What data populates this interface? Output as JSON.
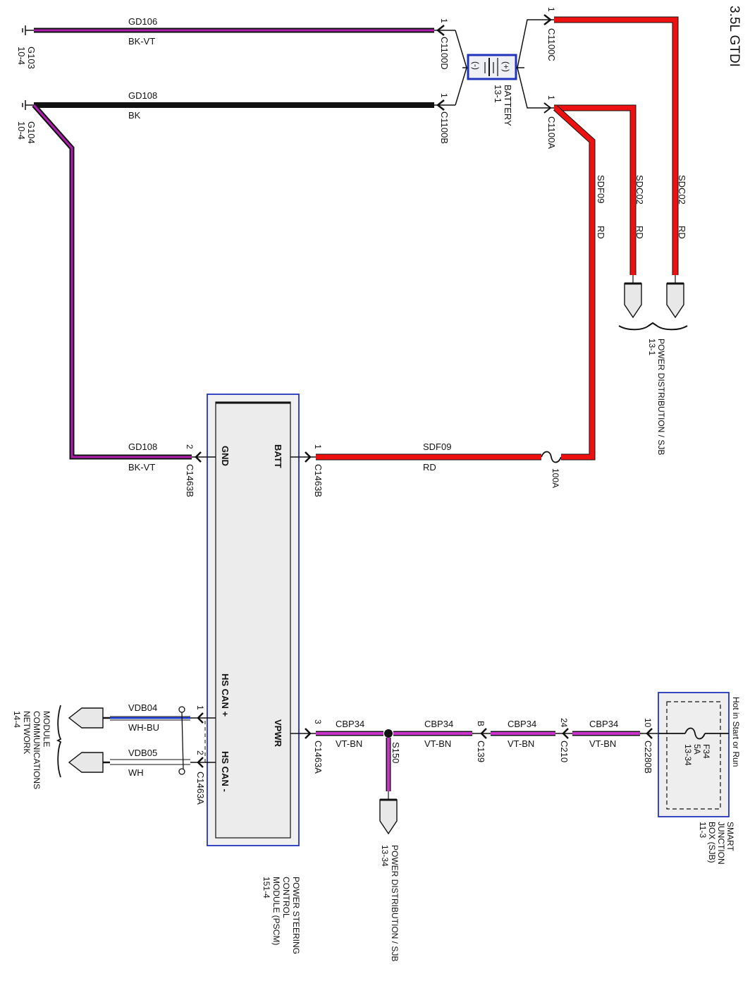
{
  "title": "3.5L GTDI",
  "colors": {
    "red_wire": "#ee1111",
    "violet": "#b020b0",
    "black": "#111111",
    "module_border": "#2233bb",
    "module_fill": "#eeeeee",
    "blue_stripe": "#1133cc"
  },
  "grounds": [
    {
      "id": "G103",
      "page": "10-4"
    },
    {
      "id": "G104",
      "page": "10-4"
    }
  ],
  "battery": {
    "name": "BATTERY",
    "page": "13-1",
    "negative": "(-)",
    "positive": "(+)"
  },
  "wires": {
    "gd106": {
      "circuit": "GD106",
      "color": "BK-VT"
    },
    "gd108_top": {
      "circuit": "GD108",
      "color": "BK"
    },
    "gd108_module": {
      "circuit": "GD108",
      "color": "BK-VT"
    },
    "sdf09_vertical": {
      "circuit": "SDF09",
      "color": "RD"
    },
    "sdc02_a": {
      "circuit": "SDC02",
      "color": "RD"
    },
    "sdc02_b": {
      "circuit": "SDC02",
      "color": "RD"
    },
    "sdf09_module": {
      "circuit": "SDF09",
      "color": "RD"
    },
    "vdb04": {
      "circuit": "VDB04",
      "color": "WH-BU"
    },
    "vdb05": {
      "circuit": "VDB05",
      "color": "WH"
    },
    "cbp34_1": {
      "circuit": "CBP34",
      "color": "VT-BN"
    },
    "cbp34_2": {
      "circuit": "CBP34",
      "color": "VT-BN"
    },
    "cbp34_3": {
      "circuit": "CBP34",
      "color": "VT-BN"
    },
    "cbp34_4": {
      "circuit": "CBP34",
      "color": "VT-BN"
    }
  },
  "connectors": {
    "c1100d": {
      "id": "C1100D",
      "pin": "1"
    },
    "c1100b": {
      "id": "C1100B",
      "pin": "1"
    },
    "c1100c": {
      "id": "C1100C",
      "pin": "1"
    },
    "c1100a": {
      "id": "C1100A",
      "pin": "1"
    },
    "c1463b_gnd": {
      "id": "C1463B",
      "pin": "2"
    },
    "c1463b_batt": {
      "id": "C1463B",
      "pin": "1"
    },
    "c1463a_canp": {
      "id": "C1463A",
      "pin": "1"
    },
    "c1463a_canm": {
      "id": "C1463A",
      "pin": "2"
    },
    "c1463a_vpwr": {
      "id": "C1463A",
      "pin": "3"
    },
    "c139": {
      "id": "C139",
      "pin": "B"
    },
    "c210": {
      "id": "C210",
      "pin": "24"
    },
    "c2280b": {
      "id": "C2280B",
      "pin": "10"
    }
  },
  "fuse_100a": "100A",
  "splice": "S150",
  "pscm": {
    "pins": {
      "gnd": "GND",
      "batt": "BATT",
      "hs_can_plus": "HS CAN +",
      "hs_can_minus": "HS CAN -",
      "vpwr": "VPWR"
    },
    "name_lines": [
      "POWER STEERING",
      "CONTROL",
      "MODULE (PSCM)",
      "151-4"
    ]
  },
  "power_dist_top": {
    "lines": [
      "POWER DISTRIBUTION / SJB",
      "13-1"
    ]
  },
  "power_dist_bottom": {
    "lines": [
      "POWER DISTRIBUTION / SJB",
      "13-34"
    ]
  },
  "module_comm": {
    "lines": [
      "MODULE",
      "COMMUNICATIONS",
      "NETWORK",
      "14-4"
    ]
  },
  "sjb": {
    "hot_label": "Hot in Start or Run",
    "fuse_lines": [
      "F34",
      "5A",
      "13-34"
    ],
    "name_lines": [
      "SMART",
      "JUNCTION",
      "BOX (SJB)",
      "11-3"
    ]
  }
}
